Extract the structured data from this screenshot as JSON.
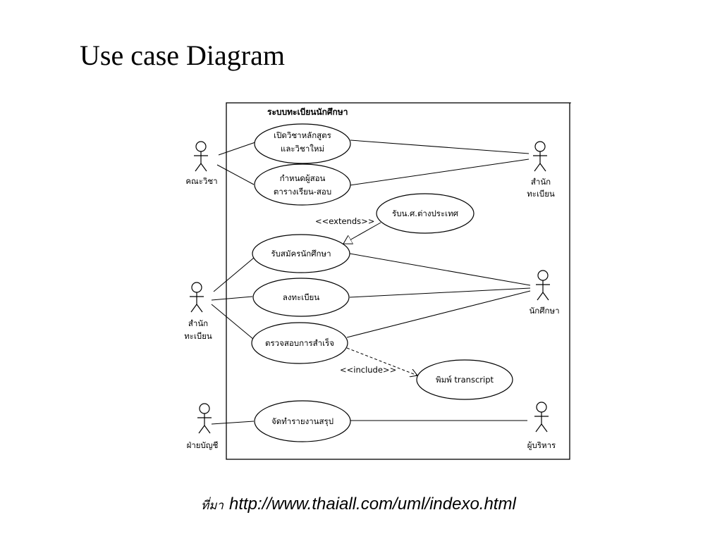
{
  "slide": {
    "title": "Use case Diagram",
    "source_prefix": "ที่มา",
    "source_url": "http://www.thaiall.com/uml/indexo.html"
  },
  "diagram": {
    "system_name": "ระบบทะเบียนนักศึกษา",
    "actors": {
      "faculty": "คณะวิชา",
      "registrar_top": [
        "สำนัก",
        "ทะเบียน"
      ],
      "registrar_left": [
        "สำนัก",
        "ทะเบียน"
      ],
      "student": "นักศึกษา",
      "accounting": "ฝ่ายบัญชี",
      "executive": "ผู้บริหาร"
    },
    "use_cases": {
      "open_course": [
        "เปิดวิชาหลักสูตร",
        "และวิชาใหม่"
      ],
      "assign_instructor": [
        "กำหนดผู้สอน",
        "ตารางเรียน-สอบ"
      ],
      "foreign_student": "รับน.ศ.ต่างประเทศ",
      "admit_student": "รับสมัครนักศึกษา",
      "register": "ลงทะเบียน",
      "check_graduation": "ตรวจสอบการสำเร็จ",
      "print_transcript": "พิมพ์ transcript",
      "summary_report": "จัดทำรายงานสรุป"
    },
    "relations": {
      "extends_label": "<<extends>>",
      "include_label": "<<include>>"
    }
  }
}
